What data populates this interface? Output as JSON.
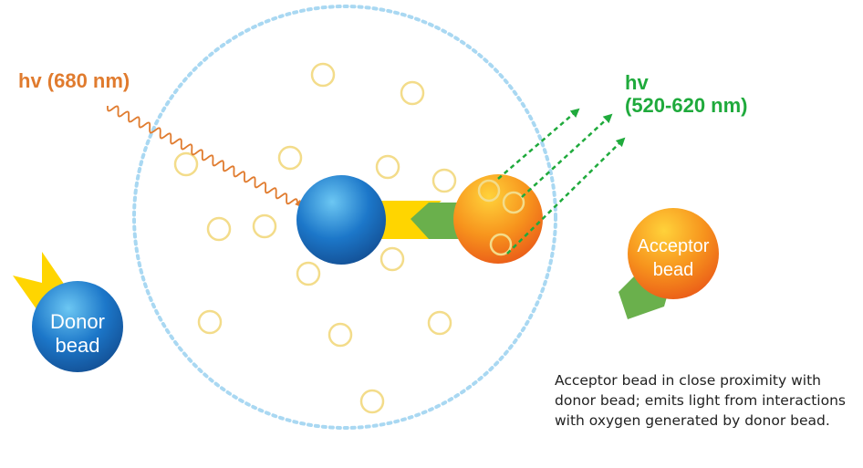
{
  "labels": {
    "excitation": "hv (680 nm)",
    "emission_line1": "hv",
    "emission_line2": "(520-620 nm)",
    "donor_line1": "Donor",
    "donor_line2": "bead",
    "acceptor_line1": "Acceptor",
    "acceptor_line2": "bead"
  },
  "caption": "Acceptor bead in close proximity with donor bead; emits light from interactions with oxygen generated by donor bead.",
  "colors": {
    "excitation": "#e07b2e",
    "emission": "#1faa3c",
    "proximity_ring": "#a9d8f2",
    "oxygen_bubble": "#f3dc8a",
    "donor_bead": "#1c77c9",
    "acceptor_bead": "#f7941d",
    "binding_yellow": "#ffd500",
    "binding_green": "#6ab04c"
  }
}
